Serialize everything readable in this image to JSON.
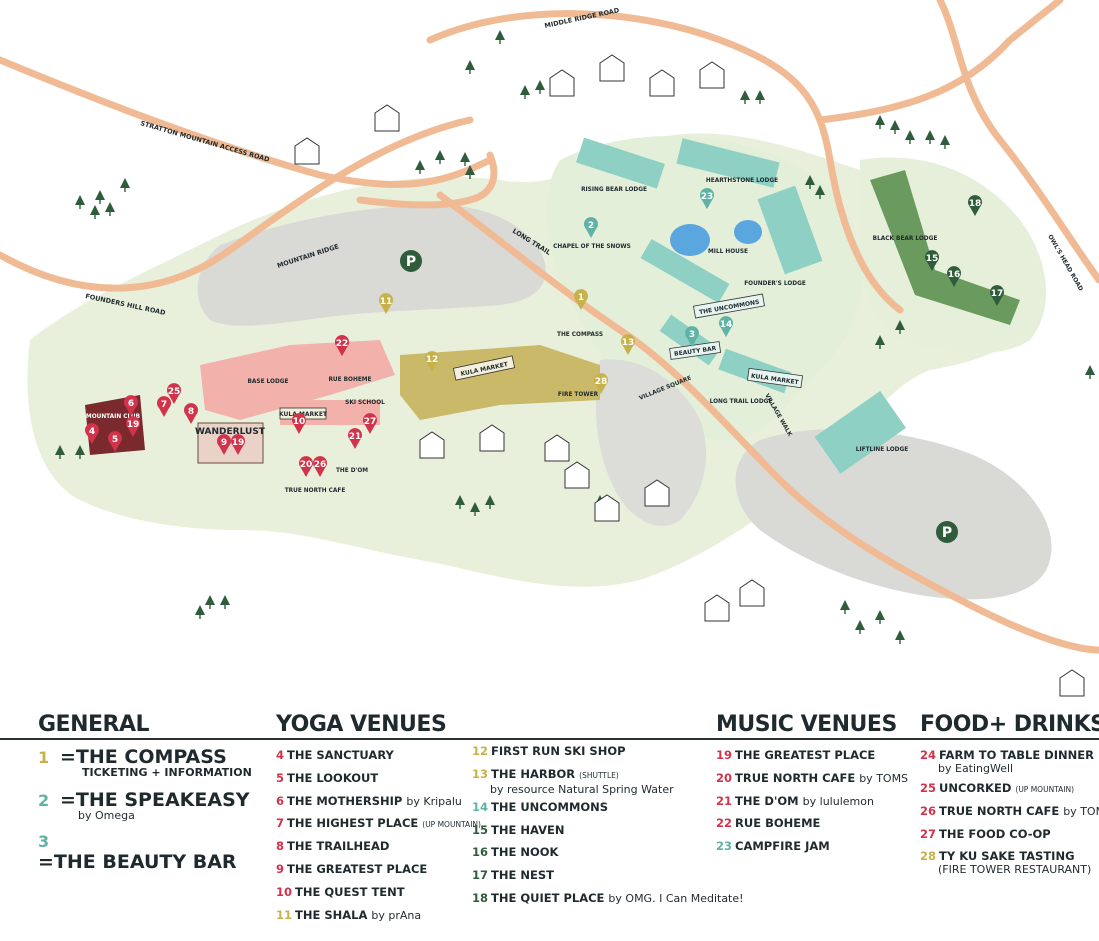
{
  "map": {
    "road_labels": [
      "MIDDLE RIDGE ROAD",
      "STRATTON MOUNTAIN ACCESS ROAD",
      "MOUNTAIN RIDGE",
      "FOUNDERS HILL ROAD",
      "LONG TRAIL",
      "OWL'S HEAD ROAD"
    ],
    "place_labels": [
      "RISING BEAR LODGE",
      "HEARTHSTONE LODGE",
      "CHAPEL OF THE SNOWS",
      "MILL HOUSE",
      "FOUNDER'S LODGE",
      "LONG TRAIL LODGE",
      "BLACK BEAR LODGE",
      "THE COMPASS",
      "FIRE TOWER",
      "VILLAGE SQUARE",
      "BASE LODGE",
      "RUE BOHEME",
      "SKI SCHOOL",
      "MOUNTAIN CLUB",
      "WANDERLUST",
      "TRUE NORTH CAFE",
      "THE D'OM",
      "LIFTLINE LODGE",
      "VILLAGE WALK"
    ],
    "banners": [
      "KULA MARKET",
      "KULA MARKET",
      "KULA MARKET",
      "THE UNCOMMONS",
      "BEAUTY BAR"
    ],
    "parking_symbol": "P",
    "pins": [
      "1",
      "2",
      "3",
      "4",
      "5",
      "6",
      "7",
      "8",
      "9",
      "10",
      "11",
      "12",
      "13",
      "14",
      "15",
      "16",
      "17",
      "18",
      "19",
      "20",
      "21",
      "22",
      "23",
      "25",
      "26",
      "27",
      "28",
      "19",
      "22",
      "23"
    ],
    "colors": {
      "green_pin": "#2f5c3a",
      "teal_pin": "#5fb3a6",
      "red_pin": "#d2334a",
      "gold_pin": "#c7b14a",
      "lodge_teal": "#8ed0c4",
      "lodge_green": "#6b9a5e",
      "base_pink": "#f2b1aa",
      "maroon": "#7a2a2d",
      "road": "#f0bb94"
    }
  },
  "legend": {
    "general": {
      "heading": "GENERAL",
      "items": [
        {
          "num": "1",
          "name": "=THE COMPASS",
          "sub": "TICKETING + INFORMATION",
          "color": "#c7b14a"
        },
        {
          "num": "2",
          "name": "=THE SPEAKEASY",
          "by": "by Omega",
          "color": "#5fb3a6"
        },
        {
          "num": "3",
          "name": "=THE BEAUTY BAR",
          "color": "#5fb3a6"
        }
      ]
    },
    "yoga": {
      "heading": "YOGA VENUES",
      "col1": [
        {
          "num": "4",
          "name": "THE SANCTUARY",
          "color": "#d2334a"
        },
        {
          "num": "5",
          "name": "THE LOOKOUT",
          "color": "#d2334a"
        },
        {
          "num": "6",
          "name": "THE MOTHERSHIP",
          "by": "by Kripalu",
          "color": "#d2334a"
        },
        {
          "num": "7",
          "name": "THE HIGHEST PLACE",
          "small": "(UP MOUNTAIN)",
          "color": "#d2334a"
        },
        {
          "num": "8",
          "name": "THE TRAILHEAD",
          "color": "#d2334a"
        },
        {
          "num": "9",
          "name": "THE GREATEST PLACE",
          "color": "#d2334a"
        },
        {
          "num": "10",
          "name": "THE QUEST TENT",
          "color": "#d2334a"
        },
        {
          "num": "11",
          "name": "THE SHALA",
          "by": "by prAna",
          "color": "#c7b14a"
        }
      ],
      "col2": [
        {
          "num": "12",
          "name": "FIRST RUN SKI SHOP",
          "color": "#c7b14a"
        },
        {
          "num": "13",
          "name": "THE HARBOR",
          "small": "(SHUTTLE)",
          "sub": "by resource Natural Spring Water",
          "color": "#c7b14a"
        },
        {
          "num": "14",
          "name": "THE UNCOMMONS",
          "color": "#5fb3a6"
        },
        {
          "num": "15",
          "name": "THE HAVEN",
          "color": "#2f5c3a"
        },
        {
          "num": "16",
          "name": "THE NOOK",
          "color": "#2f5c3a"
        },
        {
          "num": "17",
          "name": "THE NEST",
          "color": "#2f5c3a"
        },
        {
          "num": "18",
          "name": "THE QUIET PLACE",
          "by": "by OMG. I Can Meditate!",
          "color": "#2f5c3a"
        }
      ]
    },
    "music": {
      "heading": "MUSIC VENUES",
      "items": [
        {
          "num": "19",
          "name": "THE GREATEST PLACE",
          "color": "#d2334a"
        },
        {
          "num": "20",
          "name": "TRUE NORTH CAFE",
          "by": "by TOMS",
          "color": "#d2334a"
        },
        {
          "num": "21",
          "name": "THE D'OM",
          "by": "by lululemon",
          "color": "#d2334a"
        },
        {
          "num": "22",
          "name": "RUE BOHEME",
          "color": "#d2334a"
        },
        {
          "num": "23",
          "name": "CAMPFIRE JAM",
          "color": "#5fb3a6"
        }
      ]
    },
    "food": {
      "heading": "FOOD+ DRINKS",
      "items": [
        {
          "num": "24",
          "name": "FARM TO TABLE DINNER",
          "sub": "by EatingWell",
          "color": "#d2334a"
        },
        {
          "num": "25",
          "name": "UNCORKED",
          "small": "(UP MOUNTAIN)",
          "color": "#d2334a"
        },
        {
          "num": "26",
          "name": "TRUE NORTH CAFE",
          "by": "by TOMS",
          "color": "#d2334a"
        },
        {
          "num": "27",
          "name": "THE FOOD CO-OP",
          "color": "#d2334a"
        },
        {
          "num": "28",
          "name": "TY KU SAKE TASTING",
          "sub": "(FIRE TOWER RESTAURANT)",
          "color": "#c7b14a"
        }
      ]
    }
  }
}
